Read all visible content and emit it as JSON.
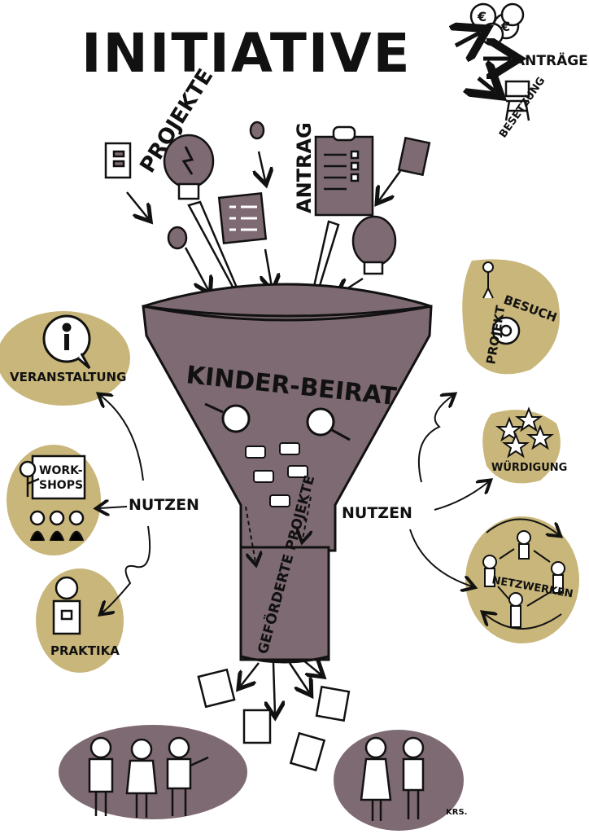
{
  "title": "INITIATIVE",
  "top_right": {
    "antraege": "ANTRÄGE",
    "besetzung": "BESETZUNG",
    "euro_symbol": "€"
  },
  "inputs": {
    "projekte": "PROJEKTE",
    "antrag": "ANTRAG"
  },
  "funnel": {
    "label": "KINDER-BEIRAT",
    "output": "GEFÖRDERTE PROJEKTE"
  },
  "left": {
    "nutzen": "NUTZEN",
    "veranstaltung": "VERANSTALTUNG",
    "workshops_line1": "WORK-",
    "workshops_line2": "SHOPS",
    "praktika": "PRAKTIKA"
  },
  "right": {
    "nutzen": "NUTZEN",
    "projekt": "PROJEKT",
    "besuch": "BESUCH",
    "wuerdigung": "WÜRDIGUNG",
    "netzwerken": "NETZWERKEN"
  },
  "signature": "KRS.",
  "colors": {
    "mauve": "#7e6a72",
    "mauve_light": "#9a8790",
    "gold": "#c9b67a",
    "ink": "#111111"
  }
}
